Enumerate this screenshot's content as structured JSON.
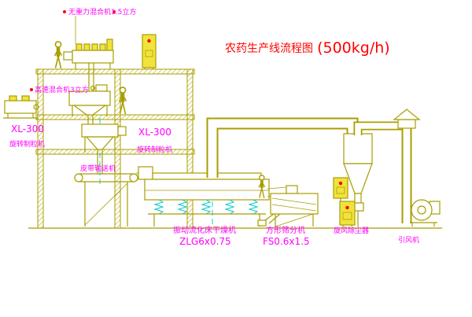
{
  "title": {
    "text": "农药生产线流程图",
    "capacity": "(500kg/h)"
  },
  "labels": {
    "gravity_mixer": "无重力混合机1.5立方",
    "high_speed_mixer": "高速混合机3立方",
    "granulator_left_model": "XL-300",
    "granulator_left_name": "旋转制粒机",
    "granulator_right_model": "XL-300",
    "granulator_right_name": "旋转制粒机",
    "belt_conveyor": "皮带输送机",
    "dryer_name": "振动流化床干燥机",
    "dryer_model": "ZLG6x0.75",
    "sifter_name": "方形筛分机",
    "sifter_model": "FS0.6x1.5",
    "cyclone_name": "旋风除尘器",
    "fan_name": "引风机"
  },
  "colors": {
    "drawing_line": "#a89e00",
    "equipment_fill": "#f2e33c",
    "label_magenta": "#ff00ff",
    "title_red": "#ff0000",
    "centerline_cyan": "#00c8c8",
    "background": "#ffffff"
  }
}
